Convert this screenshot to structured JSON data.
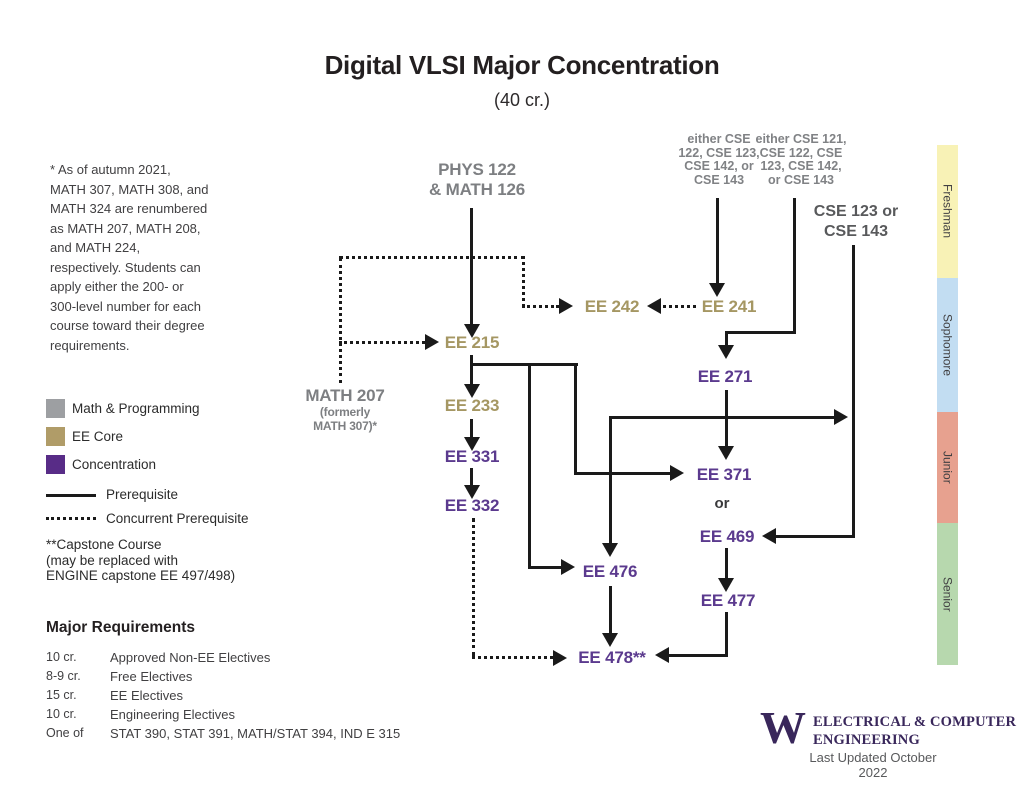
{
  "title": "Digital VLSI Major Concentration",
  "subtitle": "(40 cr.)",
  "note": {
    "lines": [
      "* As of autumn 2021,",
      "MATH 307, MATH 308, and",
      "MATH 324 are renumbered",
      "as MATH 207, MATH 208,",
      "and MATH 224,",
      "respectively. Students can",
      "apply either the 200- or",
      "300-level number for each",
      "course toward their degree",
      "requirements."
    ]
  },
  "legend": {
    "items": [
      {
        "label": "Math & Programming",
        "color": "#9d9fa2"
      },
      {
        "label": "EE Core",
        "color": "#b09c68"
      },
      {
        "label": "Concentration",
        "color": "#582c87"
      }
    ],
    "prerequisite_label": "Prerequisite",
    "concurrent_label": "Concurrent Prerequisite",
    "capstone": {
      "line1": "**Capstone Course",
      "line2": "(may be replaced with",
      "line3": "ENGINE capstone EE 497/498)"
    }
  },
  "major_requirements": {
    "title": "Major Requirements",
    "rows": [
      {
        "credits": "10 cr.",
        "label": "Approved Non-EE Electives"
      },
      {
        "credits": "8-9 cr.",
        "label": "Free Electives"
      },
      {
        "credits": "15 cr.",
        "label": "EE Electives"
      },
      {
        "credits": "10 cr.",
        "label": "Engineering Electives"
      },
      {
        "credits": "One of",
        "label": "STAT 390, STAT 391, MATH/STAT 394, IND E 315"
      }
    ]
  },
  "flowchart": {
    "phys_math": {
      "line1": "PHYS 122",
      "line2": "& MATH 126"
    },
    "math207": {
      "line1": "MATH 207",
      "line2": "(formerly",
      "line3": "MATH 307)*"
    },
    "cse_option_a": {
      "line1": "either CSE",
      "line2": "122, CSE 123,",
      "line3": "CSE 142, or",
      "line4": "CSE 143"
    },
    "cse_option_b": {
      "line1": "either CSE 121,",
      "line2": "CSE 122, CSE",
      "line3": "123, CSE 142,",
      "line4": "or CSE 143"
    },
    "cse_option_c": {
      "line1": "CSE 123 or",
      "line2": "CSE 143"
    },
    "or_label": "or",
    "courses": {
      "ee242": "EE 242",
      "ee241": "EE 241",
      "ee215": "EE 215",
      "ee233": "EE 233",
      "ee331": "EE 331",
      "ee332": "EE 332",
      "ee271": "EE 271",
      "ee371": "EE 371",
      "ee469": "EE 469",
      "ee476": "EE 476",
      "ee477": "EE 477",
      "ee478": "EE 478**"
    },
    "colors": {
      "ee_core_text": "#a59763",
      "concentration_text": "#5b3a8e",
      "math_programming_text": "#7d7f82",
      "line": "#1a1a1a"
    }
  },
  "timeline": [
    {
      "label": "Freshman",
      "color": "#f8f2b6"
    },
    {
      "label": "Sophomore",
      "color": "#c2ddf2"
    },
    {
      "label": "Junior",
      "color": "#e7a18f"
    },
    {
      "label": "Senior",
      "color": "#b7d8ae"
    }
  ],
  "footer": {
    "logo_letter": "W",
    "org_line1": "ELECTRICAL & COMPUTER",
    "org_line2": "ENGINEERING",
    "updated": "Last Updated October 2022"
  }
}
